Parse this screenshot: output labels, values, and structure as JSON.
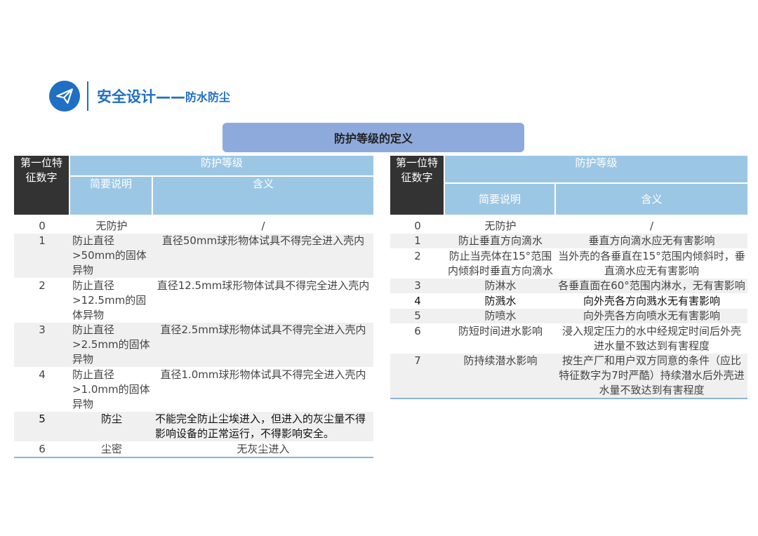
{
  "title": {
    "main": "安全设计——",
    "sub": "防水防尘"
  },
  "banner": "防护等级的定义",
  "left_table": {
    "headers": {
      "digit": "第一位特征数字",
      "level": "防护等级",
      "brief": "简要说明",
      "meaning": "含义"
    },
    "rows": [
      {
        "digit": "0",
        "brief": "无防护",
        "meaning": "/"
      },
      {
        "digit": "1",
        "brief": "防止直径>50mm的固体异物",
        "meaning": "直径50mm球形物体试具不得完全进入壳内"
      },
      {
        "digit": "2",
        "brief": "防止直径>12.5mm的固体异物",
        "meaning": "直径12.5mm球形物体试具不得完全进入壳内"
      },
      {
        "digit": "3",
        "brief": "防止直径>2.5mm的固体异物",
        "meaning": "直径2.5mm球形物体试具不得完全进入壳内"
      },
      {
        "digit": "4",
        "brief": "防止直径>1.0mm的固体异物",
        "meaning": "直径1.0mm球形物体试具不得完全进入壳内"
      },
      {
        "digit": "5",
        "brief": "防尘",
        "meaning": "不能完全防止尘埃进入，但进入的灰尘量不得影响设备的正常运行，不得影响安全。"
      },
      {
        "digit": "6",
        "brief": "尘密",
        "meaning": "无灰尘进入"
      }
    ]
  },
  "right_table": {
    "headers": {
      "digit": "第一位特征数字",
      "level": "防护等级",
      "brief": "简要说明",
      "meaning": "含义"
    },
    "rows": [
      {
        "digit": "0",
        "brief": "无防护",
        "meaning": "/"
      },
      {
        "digit": "1",
        "brief": "防止垂直方向滴水",
        "meaning": "垂直方向滴水应无有害影响"
      },
      {
        "digit": "2",
        "brief": "防止当壳体在15°范围内倾斜时垂直方向滴水",
        "meaning": "当外壳的各垂直在15°范围内倾斜时，垂直滴水应无有害影响"
      },
      {
        "digit": "3",
        "brief": "防淋水",
        "meaning": "各垂直面在60°范围内淋水，无有害影响"
      },
      {
        "digit": "4",
        "brief": "防溅水",
        "meaning": "向外壳各方向溅水无有害影响"
      },
      {
        "digit": "5",
        "brief": "防喷水",
        "meaning": "向外壳各方向喷水无有害影响"
      },
      {
        "digit": "6",
        "brief": "防短时间进水影响",
        "meaning": "浸入规定压力的水中经规定时间后外壳进水量不致达到有害程度"
      },
      {
        "digit": "7",
        "brief": "防持续潜水影响",
        "meaning": "按生产厂和用户双方同意的条件（应比特征数字为7时严酷）持续潜水后外壳进水量不致达到有害程度"
      }
    ]
  },
  "colors": {
    "accent": "#1f6fc4",
    "banner": "#8eaadc",
    "header_blue": "#9cc7e4",
    "header_dark": "#333333"
  }
}
